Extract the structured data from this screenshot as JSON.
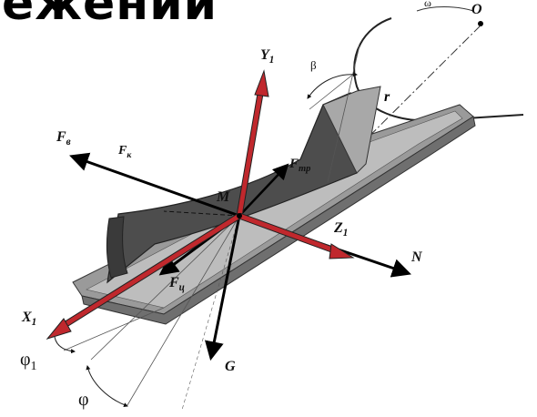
{
  "title_fragment": "ежении",
  "labels": {
    "Y1": "Y",
    "Y1_sub": "1",
    "X1": "X",
    "X1_sub": "1",
    "Z1": "Z",
    "Z1_sub": "1",
    "N": "N",
    "G": "G",
    "M": "M",
    "O": "O",
    "r": "r",
    "omega": "ω",
    "beta": "β",
    "Fv": "F",
    "Fv_sub": "в",
    "Fk": "F",
    "Fk_sub": "к",
    "Ftr": "F",
    "Ftr_sub": "тр",
    "Fc": "F",
    "Fc_sub": "ц",
    "phi1": "φ",
    "phi1_sub": "1",
    "phi": "φ"
  }
}
